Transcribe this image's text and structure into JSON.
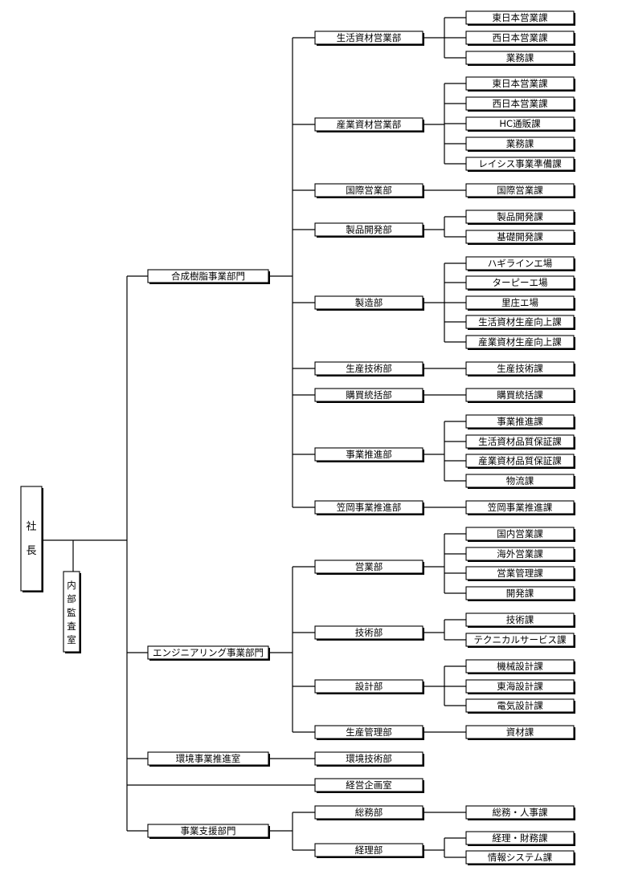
{
  "president": "社長",
  "audit_office": "内部監査室",
  "divisions": [
    {
      "name": "合成樹脂事業部門",
      "departments": [
        {
          "name": "生活資材営業部",
          "sections": [
            "東日本営業課",
            "西日本営業課",
            "業務課"
          ]
        },
        {
          "name": "産業資材営業部",
          "sections": [
            "東日本営業課",
            "西日本営業課",
            "HC通販課",
            "業務課",
            "レイシス事業準備課"
          ]
        },
        {
          "name": "国際営業部",
          "sections": [
            "国際営業課"
          ]
        },
        {
          "name": "製品開発部",
          "sections": [
            "製品開発課",
            "基礎開発課"
          ]
        },
        {
          "name": "製造部",
          "sections": [
            "ハギラインエ場",
            "ターピーエ場",
            "里庄エ場",
            "生活資材生産向上課",
            "産業資材生産向上課"
          ]
        },
        {
          "name": "生産技術部",
          "sections": [
            "生産技術課"
          ]
        },
        {
          "name": "購買統括部",
          "sections": [
            "購買統括課"
          ]
        },
        {
          "name": "事業推進部",
          "sections": [
            "事業推進課",
            "生活資材品質保証課",
            "産業資材品質保証課",
            "物流課"
          ]
        },
        {
          "name": "笠岡事業推進部",
          "sections": [
            "笠岡事業推進課"
          ]
        }
      ]
    },
    {
      "name": "エンジニアリング事業部門",
      "departments": [
        {
          "name": "営業部",
          "sections": [
            "国内営業課",
            "海外営業課",
            "営業管理課",
            "開発課"
          ]
        },
        {
          "name": "技術部",
          "sections": [
            "技術課",
            "テクニカルサービス課"
          ]
        },
        {
          "name": "設計部",
          "sections": [
            "機械設計課",
            "東海設計課",
            "電気設計課"
          ]
        },
        {
          "name": "生産管理部",
          "sections": [
            "資材課"
          ]
        }
      ]
    },
    {
      "name": "環境事業推進室",
      "departments": [
        {
          "name": "環境技術部",
          "sections": []
        }
      ]
    },
    {
      "name": "経営企画室",
      "departments": []
    },
    {
      "name": "事業支援部門",
      "departments": [
        {
          "name": "総務部",
          "sections": [
            "総務・人事課"
          ]
        },
        {
          "name": "経理部",
          "sections": [
            "経理・財務課",
            "情報システム課"
          ]
        }
      ]
    }
  ]
}
